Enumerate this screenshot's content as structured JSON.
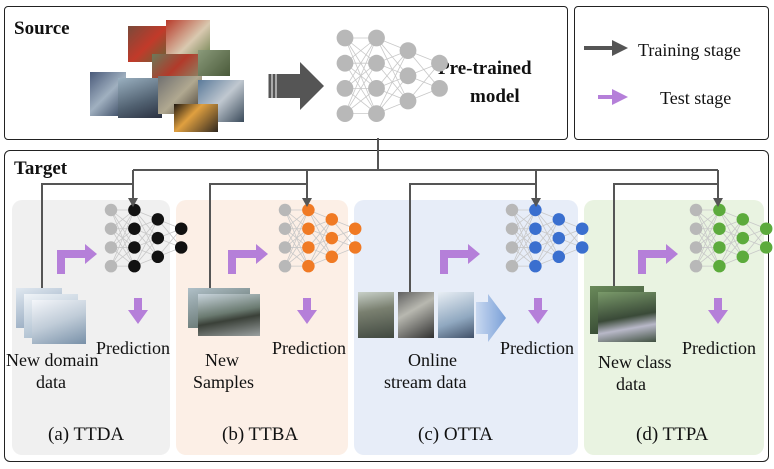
{
  "source": {
    "label": "Source",
    "model_label_line1": "Pre-trained",
    "model_label_line2": "model"
  },
  "legend": {
    "training": "Training stage",
    "test": "Test stage"
  },
  "target": {
    "label": "Target"
  },
  "panels": [
    {
      "id": "ttda",
      "caption": "(a) TTDA",
      "data_line1": "New domain",
      "data_line2": "data",
      "prediction": "Prediction",
      "node_color": "#111111",
      "bg": "#f0f0f0"
    },
    {
      "id": "ttba",
      "caption": "(b) TTBA",
      "data_line1": "New",
      "data_line2": "Samples",
      "prediction": "Prediction",
      "node_color": "#f07a24",
      "bg": "#fcefe6"
    },
    {
      "id": "otta",
      "caption": "(c) OTTA",
      "data_line1": "Online",
      "data_line2": "stream data",
      "prediction": "Prediction",
      "node_color": "#3a6fcf",
      "bg": "#e7edf8"
    },
    {
      "id": "ttpa",
      "caption": "(d) TTPA",
      "data_line1": "New class",
      "data_line2": "data",
      "prediction": "Prediction",
      "node_color": "#5cab3c",
      "bg": "#e9f3e1"
    }
  ],
  "colors": {
    "training_arrow": "#555555",
    "test_arrow": "#b57fd9",
    "node_gray": "#b8b8b8"
  }
}
